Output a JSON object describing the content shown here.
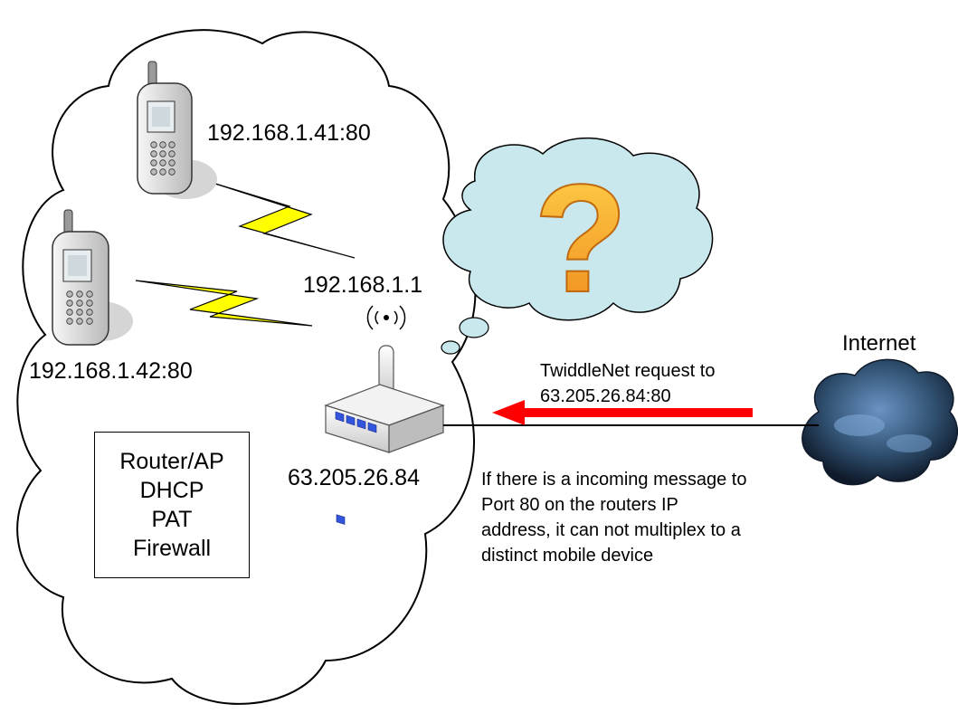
{
  "diagram": {
    "phone1_address": "192.168.1.41:80",
    "phone2_address": "192.168.1.42:80",
    "router_lan_ip": "192.168.1.1",
    "router_wan_ip": "63.205.26.84",
    "router_features": [
      "Router/AP",
      "DHCP",
      "PAT",
      "Firewall"
    ],
    "internet_label": "Internet",
    "request_label_line1": "TwiddleNet request to",
    "request_label_line2": "63.205.26.84:80",
    "note_lines": [
      "If there is a incoming message to",
      "Port 80 on the routers IP",
      "address, it can not multiplex to a",
      "distinct mobile device"
    ],
    "question_symbol": "?",
    "colors": {
      "lightning": "#ffff00",
      "arrow": "#ff0000",
      "thought_cloud": "#c8e8ee",
      "question_mark": "#f5a623",
      "internet_cloud": "#2f4f6f",
      "router_leds": "#3355dd"
    }
  }
}
